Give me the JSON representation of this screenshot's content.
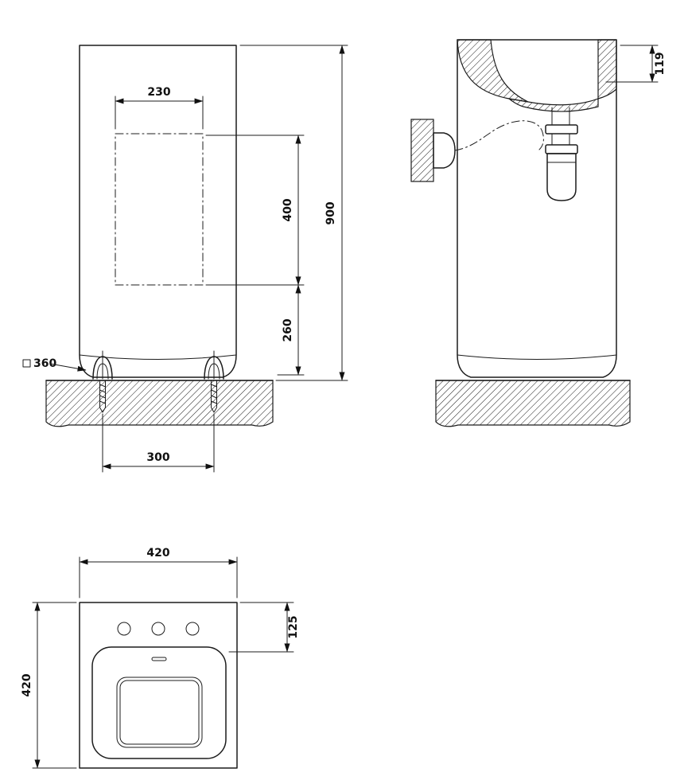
{
  "colors": {
    "line": "#1c1c1c",
    "background": "#ffffff"
  },
  "views": {
    "front": {
      "dim_hole_width": "230",
      "dim_hole_height": "400",
      "dim_hole_to_floor": "260",
      "dim_overall_height": "900",
      "dim_fixing": "360",
      "dim_bolt_spacing": "300"
    },
    "side": {
      "dim_rim_depth": "119"
    },
    "top": {
      "dim_width": "420",
      "dim_hole_offset": "125",
      "dim_depth": "420"
    }
  }
}
